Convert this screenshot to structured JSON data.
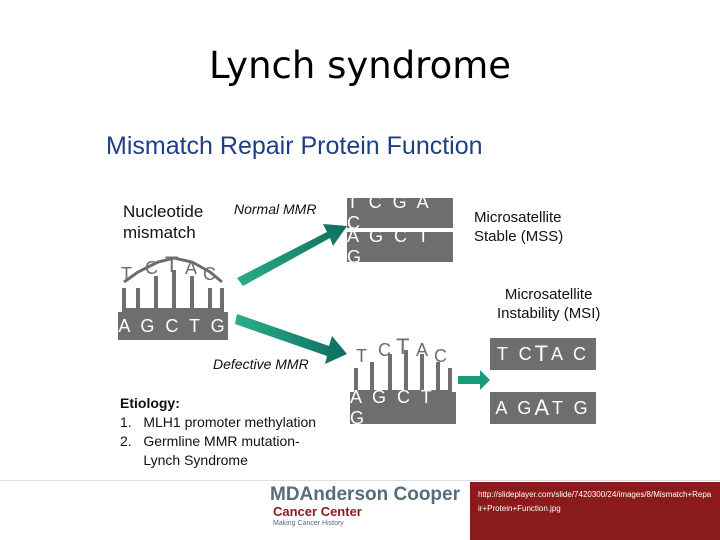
{
  "slide_title": "Lynch syndrome",
  "figure": {
    "title": "Mismatch Repair Protein Function",
    "nucleotide_mismatch": [
      "Nucleotide",
      "mismatch"
    ],
    "normal_mmr": "Normal MMR",
    "defective_mmr": "Defective MMR",
    "normal_top": "T C G A C",
    "normal_bottom": "A G C T G",
    "mss": [
      "Microsatellite",
      "Stable (MSS)"
    ],
    "msi": [
      "Microsatellite",
      "Instability (MSI)"
    ],
    "mismatch_top_letters": [
      "T",
      "C",
      "T",
      "A",
      "C"
    ],
    "mismatch_bottom": "A G C T G",
    "defective_top_letters": [
      "T",
      "C",
      "T",
      "A",
      "C"
    ],
    "defective_bottom": "A G C T G",
    "result_top_parts": [
      "T C ",
      "T",
      " A C"
    ],
    "result_bottom_parts": [
      "A G ",
      "A",
      " T G"
    ],
    "etiology_head": "Etiology:",
    "etiology_items": [
      "1.   MLH1 promoter methylation",
      "2.   Germline MMR mutation-",
      "      Lynch Syndrome"
    ],
    "colors": {
      "strand": "#6e6e6e",
      "title_blue": "#1f3e86",
      "arrow": "#1a9a7a"
    }
  },
  "footer": {
    "logo_name": "MDAnderson Cooper",
    "logo_line2": "Cancer Center",
    "logo_tagline": "Making Cancer History",
    "url": "http://slideplayer.com/slide/7420300/24/images/8/Mismatch+Repair+Protein+Function.jpg"
  }
}
